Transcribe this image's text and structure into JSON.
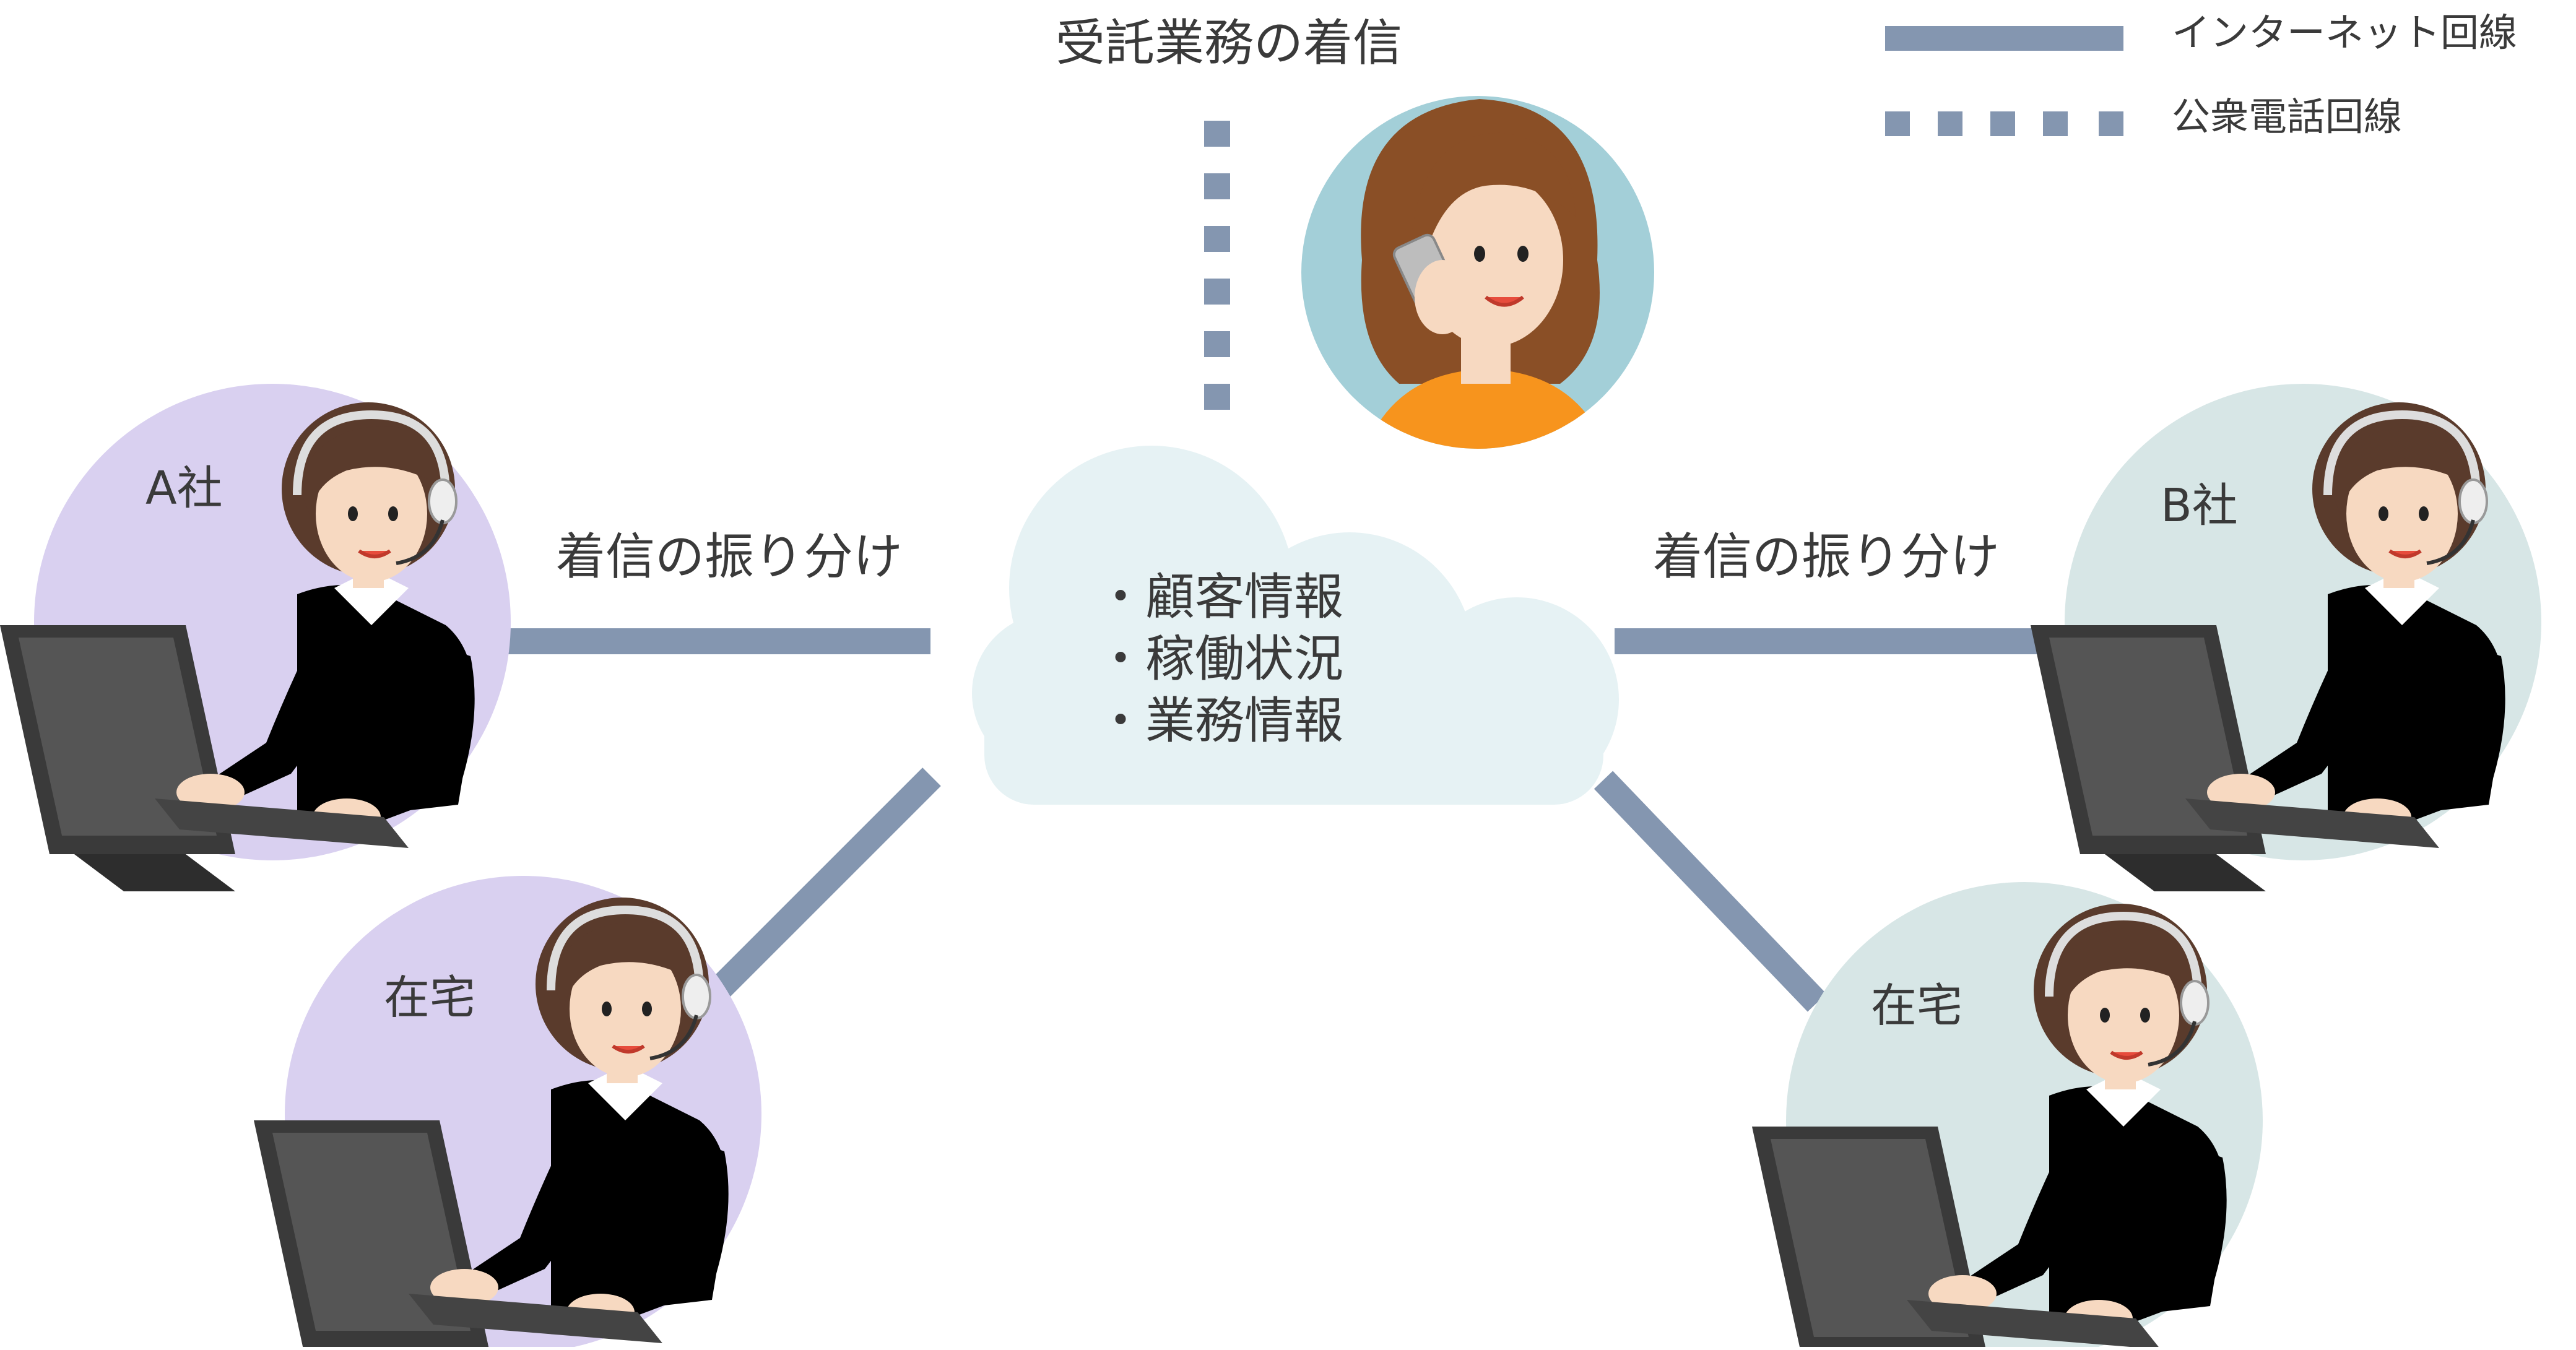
{
  "legend": {
    "internet_label": "インターネット回線",
    "phone_label": "公衆電話回線",
    "line_color": "#8496b0"
  },
  "incoming_label": "受託業務の着信",
  "routing_label_left": "着信の振り分け",
  "routing_label_right": "着信の振り分け",
  "cloud": {
    "items": [
      "・顧客情報",
      "・稼働状況",
      "・業務情報"
    ]
  },
  "operators": {
    "a_office": "A社",
    "a_home": "在宅",
    "b_office": "B社",
    "b_home": "在宅"
  },
  "colors": {
    "a_circle": "#d9d0f0",
    "b_circle": "#d7e6e6",
    "caller_circle": "#a3cfd8",
    "cloud_fill": "#e6f2f4",
    "a_sweater": "#2b3990",
    "b_sweater": "#b470a8",
    "caller_shirt": "#f7941d",
    "hair": "#5a3b2c",
    "caller_hair": "#8a4f26"
  },
  "icons": {
    "operator": "operator-with-headset-icon",
    "caller": "caller-on-phone-icon",
    "cloud": "cloud-icon"
  }
}
